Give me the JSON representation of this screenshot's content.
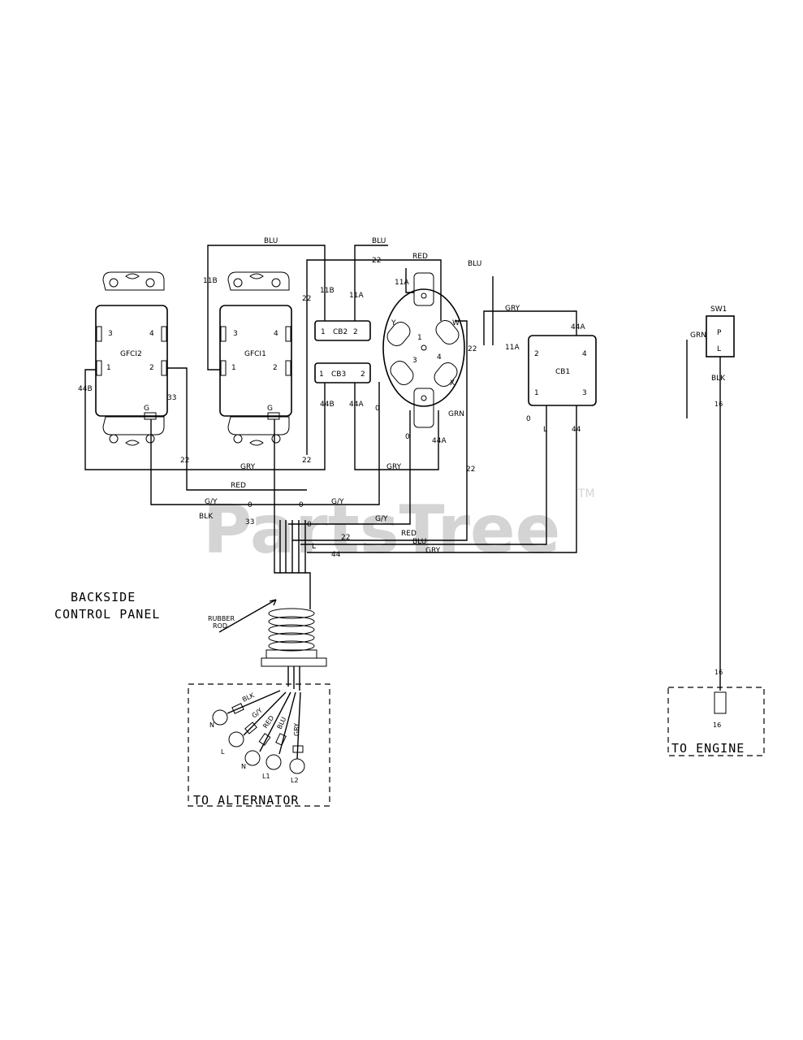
{
  "diagram": {
    "components": {
      "gfci2": "GFCI2",
      "gfci1": "GFCI1",
      "cb2": "CB2",
      "cb3": "CB3",
      "cb1": "CB1",
      "sw1": "SW1"
    },
    "terminals": {
      "one": "1",
      "two": "2",
      "three": "3",
      "four": "4",
      "g": "G",
      "y": "Y",
      "x": "X",
      "w": "W",
      "big_l": "L",
      "big_p": "P"
    },
    "wire_numbers": {
      "w0": "0",
      "w11a": "11A",
      "w11b": "11B",
      "w16": "16",
      "w22": "22",
      "w33": "33",
      "w44": "44",
      "w44a": "44A",
      "w44b": "44B"
    },
    "wire_colors": {
      "blu": "BLU",
      "red": "RED",
      "gry": "GRY",
      "grn": "GRN",
      "gy": "G/Y",
      "blk": "BLK"
    },
    "alternator_leads": {
      "n": "N",
      "l1": "L1",
      "l2": "L2",
      "l_lower": "L"
    },
    "labels": {
      "backside_line1": "BACKSIDE",
      "backside_line2": "CONTROL PANEL",
      "rubber_line1": "RUBBER",
      "rubber_line2": "ROD",
      "to_alternator": "TO ALTERNATOR",
      "to_engine": "TO ENGINE"
    },
    "watermark": {
      "text": "PartsTree",
      "tm": "TM"
    }
  }
}
